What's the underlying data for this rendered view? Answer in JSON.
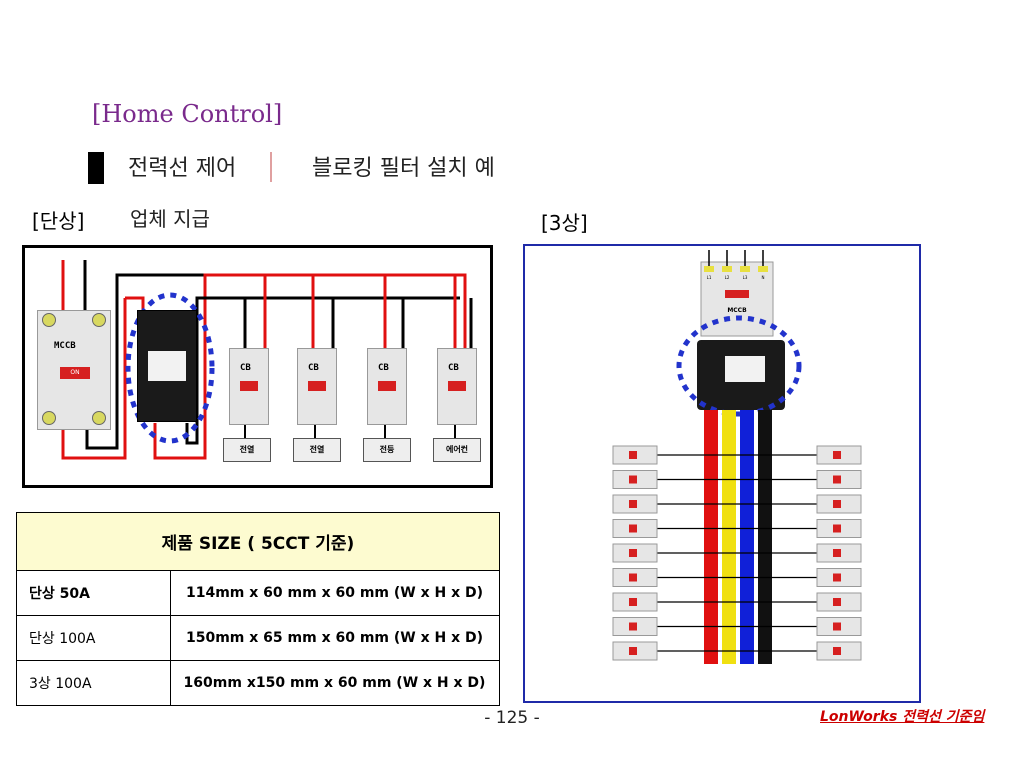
{
  "title": "[Home Control]",
  "subtitle": "전력선 제어",
  "subtitle2": "블로킹 필터 설치 예",
  "labels": {
    "single_phase": "[단상]",
    "supply": "업체 지급",
    "three_phase": "[3상]"
  },
  "single_diagram": {
    "main_breaker": "MCCB",
    "main_switch": "ON",
    "branch_breakers": [
      "CB",
      "CB",
      "CB",
      "CB"
    ],
    "loads": [
      "전열",
      "전열",
      "전등",
      "에어컨"
    ]
  },
  "three_diagram": {
    "phase_labels": [
      "L1",
      "L2",
      "L3",
      "N"
    ],
    "main_breaker": "MCCB",
    "wire_colors": [
      "#e01010",
      "#f0e010",
      "#1020d8",
      "#111111"
    ]
  },
  "table": {
    "header": "제품 SIZE ( 5CCT 기준)",
    "rows": [
      {
        "model": "단상 50A",
        "size": "114mm x 60 mm x 60 mm (W x H x D)"
      },
      {
        "model": "단상 100A",
        "size": "150mm x 65 mm x 60 mm (W x H x D)"
      },
      {
        "model": "3상 100A",
        "size": "160mm x150 mm x 60 mm (W x H x D)"
      }
    ]
  },
  "page_number": "- 125 -",
  "footer_note": "LonWorks 전력선 기준임",
  "colors": {
    "title": "#7a2a8c",
    "highlight_circle": "#2233cc",
    "footer": "#cc0000",
    "table_header_bg": "#fdfbd0"
  }
}
